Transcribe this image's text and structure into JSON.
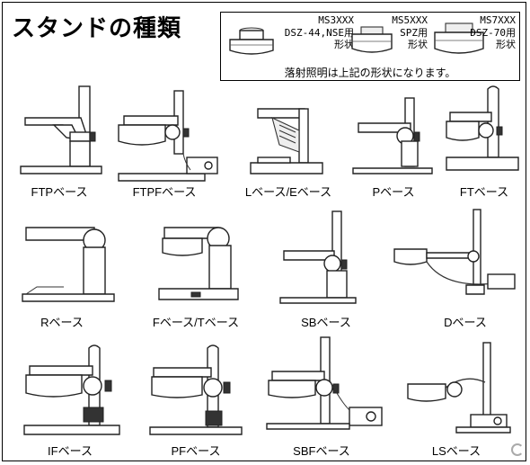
{
  "title": "スタンドの種類",
  "legend": {
    "heads": [
      {
        "model": "MS3XXX",
        "desc": "DSZ-44,NSE用",
        "shape": "形状"
      },
      {
        "model": "MS5XXX",
        "desc": "SPZ用",
        "shape": "形状"
      },
      {
        "model": "MS7XXX",
        "desc": "DSZ-70用",
        "shape": "形状"
      }
    ],
    "note": "落射照明は上記の形状になります。"
  },
  "stands": [
    {
      "label": "FTPベース"
    },
    {
      "label": "FTPFベース"
    },
    {
      "label": "Lベース/Eベース"
    },
    {
      "label": "Pベース"
    },
    {
      "label": "FTベース"
    },
    {
      "label": "Rベース"
    },
    {
      "label": "Fベース/Tベース"
    },
    {
      "label": "SBベース"
    },
    {
      "label": "Dベース"
    },
    {
      "label": "IFベース"
    },
    {
      "label": "PFベース"
    },
    {
      "label": "SBFベース"
    },
    {
      "label": "LSベース"
    }
  ]
}
